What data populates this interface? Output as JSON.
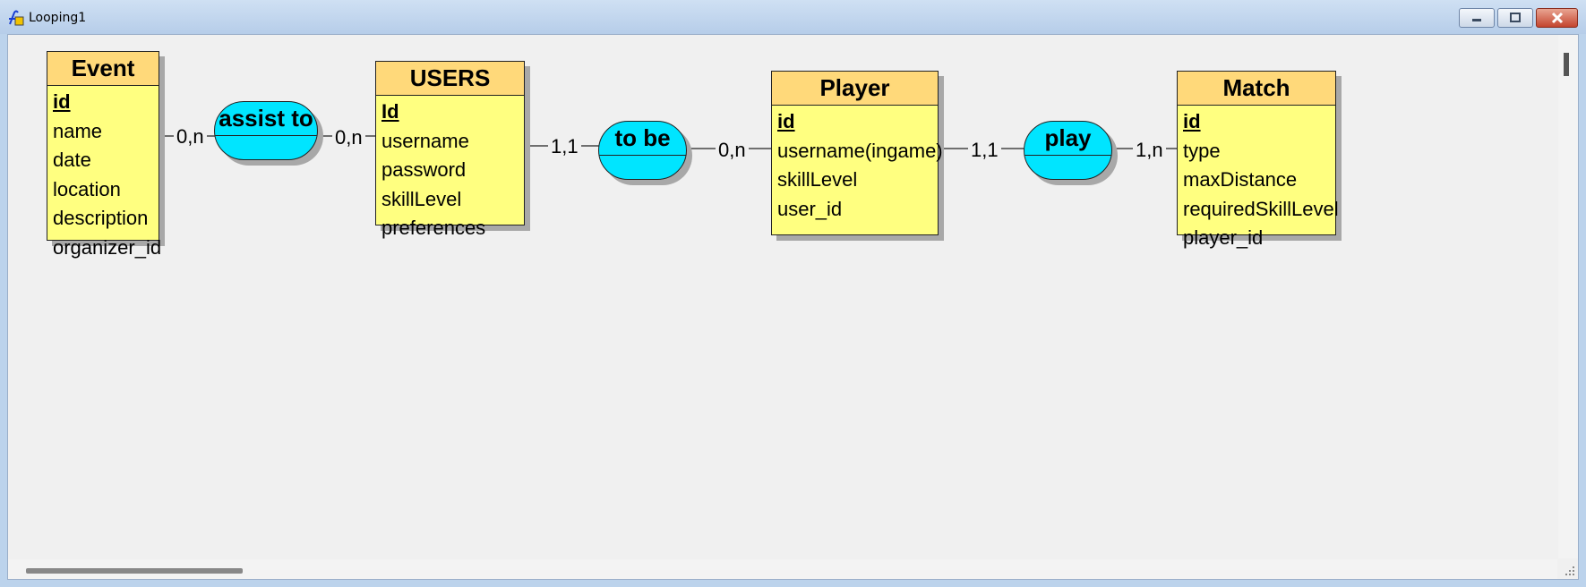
{
  "window": {
    "title": "Looping1",
    "icon": "looping-app-icon",
    "buttons": [
      "minimize-icon",
      "maximize-icon",
      "close-icon"
    ]
  },
  "diagram": {
    "entities": {
      "event": {
        "name": "Event",
        "attributes": [
          "id",
          "name",
          "date",
          "location",
          "description",
          "organizer_id"
        ]
      },
      "users": {
        "name": "USERS",
        "attributes": [
          "Id",
          "username",
          "password",
          "skillLevel",
          "preferences"
        ]
      },
      "player": {
        "name": "Player",
        "attributes": [
          "id",
          "username(ingame)",
          "skillLevel",
          "user_id"
        ]
      },
      "match": {
        "name": "Match",
        "attributes": [
          "id",
          "type",
          "maxDistance",
          "requiredSkillLevel",
          "player_id"
        ]
      }
    },
    "associations": {
      "assist": {
        "name": "assist to"
      },
      "tobe": {
        "name": "to be"
      },
      "play": {
        "name": "play"
      }
    },
    "cardinalities": {
      "event_assist": "0,n",
      "users_assist": "0,n",
      "users_tobe": "1,1",
      "player_tobe": "0,n",
      "player_play": "1,1",
      "match_play": "1,n"
    },
    "colors": {
      "entity_header": "#ffd97a",
      "entity_body": "#ffff80",
      "association": "#00e5ff",
      "canvas": "#f0f0f0"
    }
  }
}
